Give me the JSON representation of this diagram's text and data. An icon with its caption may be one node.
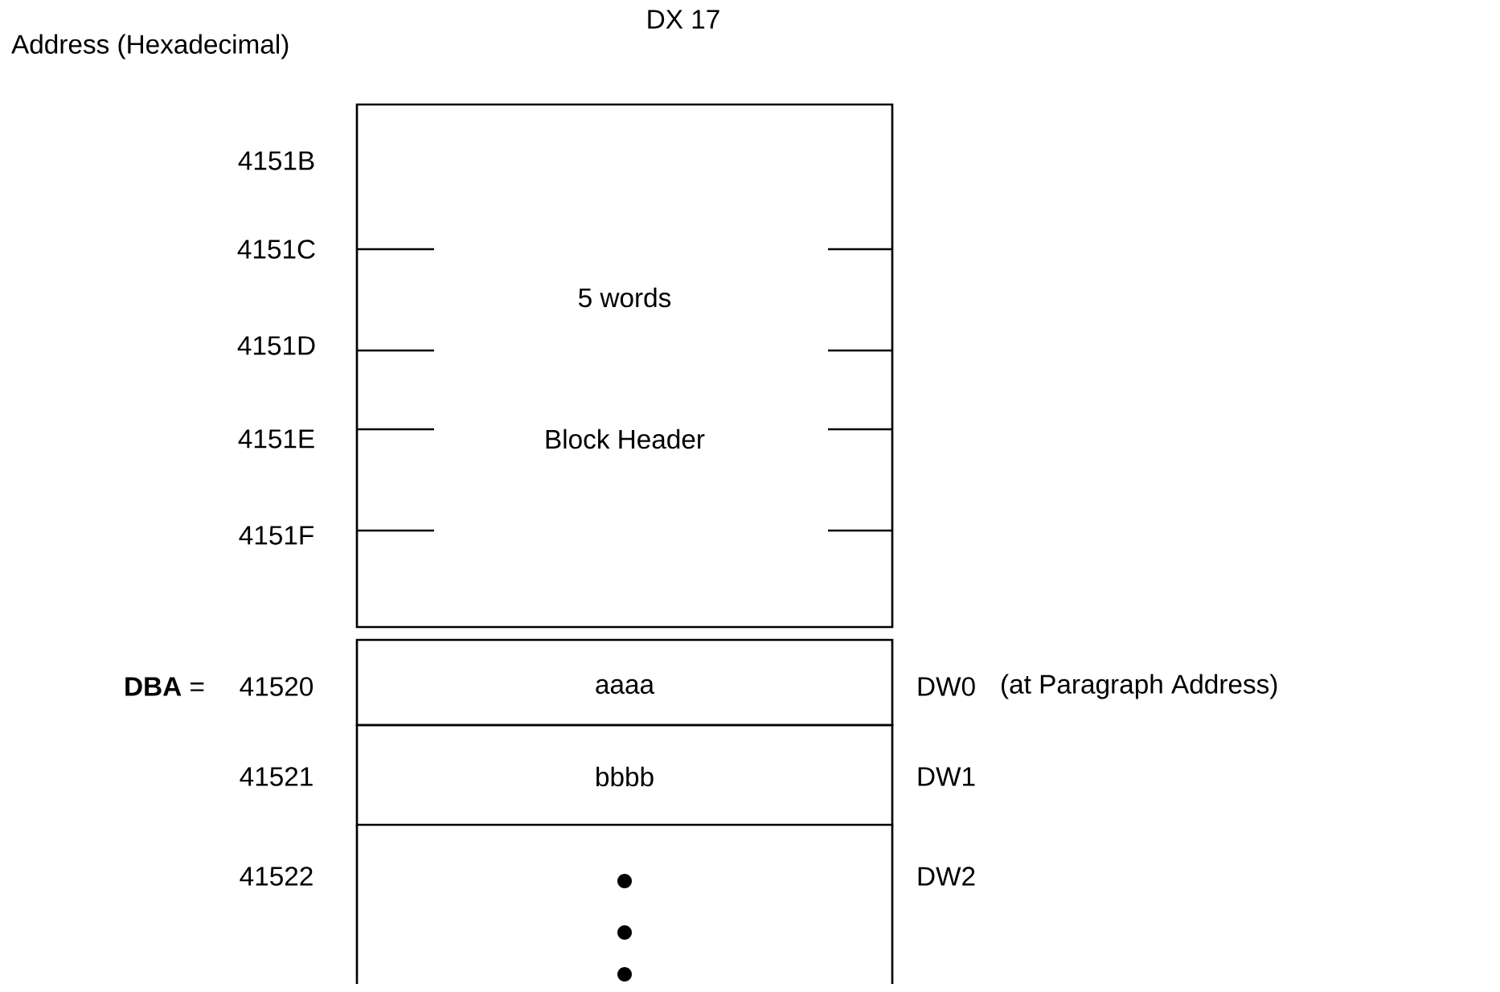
{
  "diagram": {
    "title": "DX 17",
    "nodes": [
      {
        "text": [
          "5 words",
          "Block Header"
        ]
      },
      {
        "text": [
          "aaaa"
        ],
        "beside": [
          "DW0",
          "(at Paragraph Address)"
        ]
      },
      {
        "text": [
          "bbbb"
        ],
        "beside": [
          "DW1"
        ]
      },
      {
        "text": [],
        "shape": "box",
        "beside": [
          "DW2"
        ]
      }
    ],
    "edges": [],
    "labels": [
      "Address (Hexadecimal)",
      "4151B",
      "4151C",
      "4151D",
      "4151E",
      "4151F",
      "**DBA** =",
      "41520",
      "41521",
      "41522"
    ]
  }
}
